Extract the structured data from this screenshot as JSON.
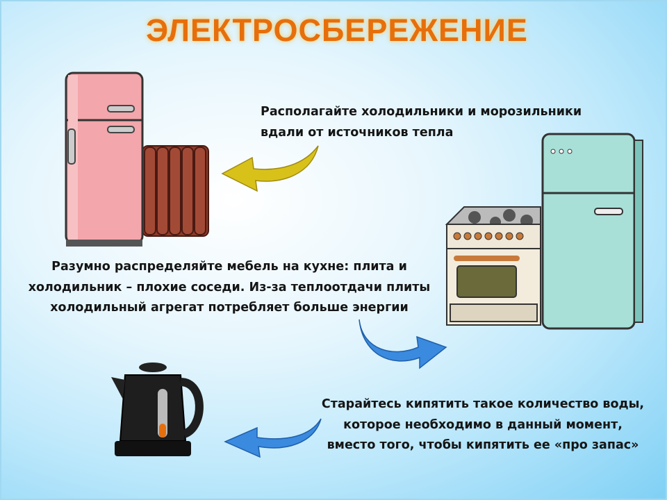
{
  "title": "ЭЛЕКТРОСБЕРЕЖЕНИЕ",
  "tips": [
    {
      "lines": [
        "Располагайте холодильники и морозильники",
        "вдали от источников тепла"
      ]
    },
    {
      "lines": [
        "Разумно распределяйте мебель на кухне: плита и",
        "холодильник – плохие соседи. Из-за теплоотдачи плиты",
        "холодильный агрегат потребляет больше энергии"
      ]
    },
    {
      "lines": [
        "Старайтесь кипятить такое количество воды,",
        "которое необходимо в данный момент,",
        "вместо того, чтобы кипятить ее «про запас»"
      ]
    }
  ],
  "colors": {
    "title": "#e66f0c",
    "arrow_yellow": "#d8c21a",
    "arrow_blue": "#3a8ae0"
  }
}
